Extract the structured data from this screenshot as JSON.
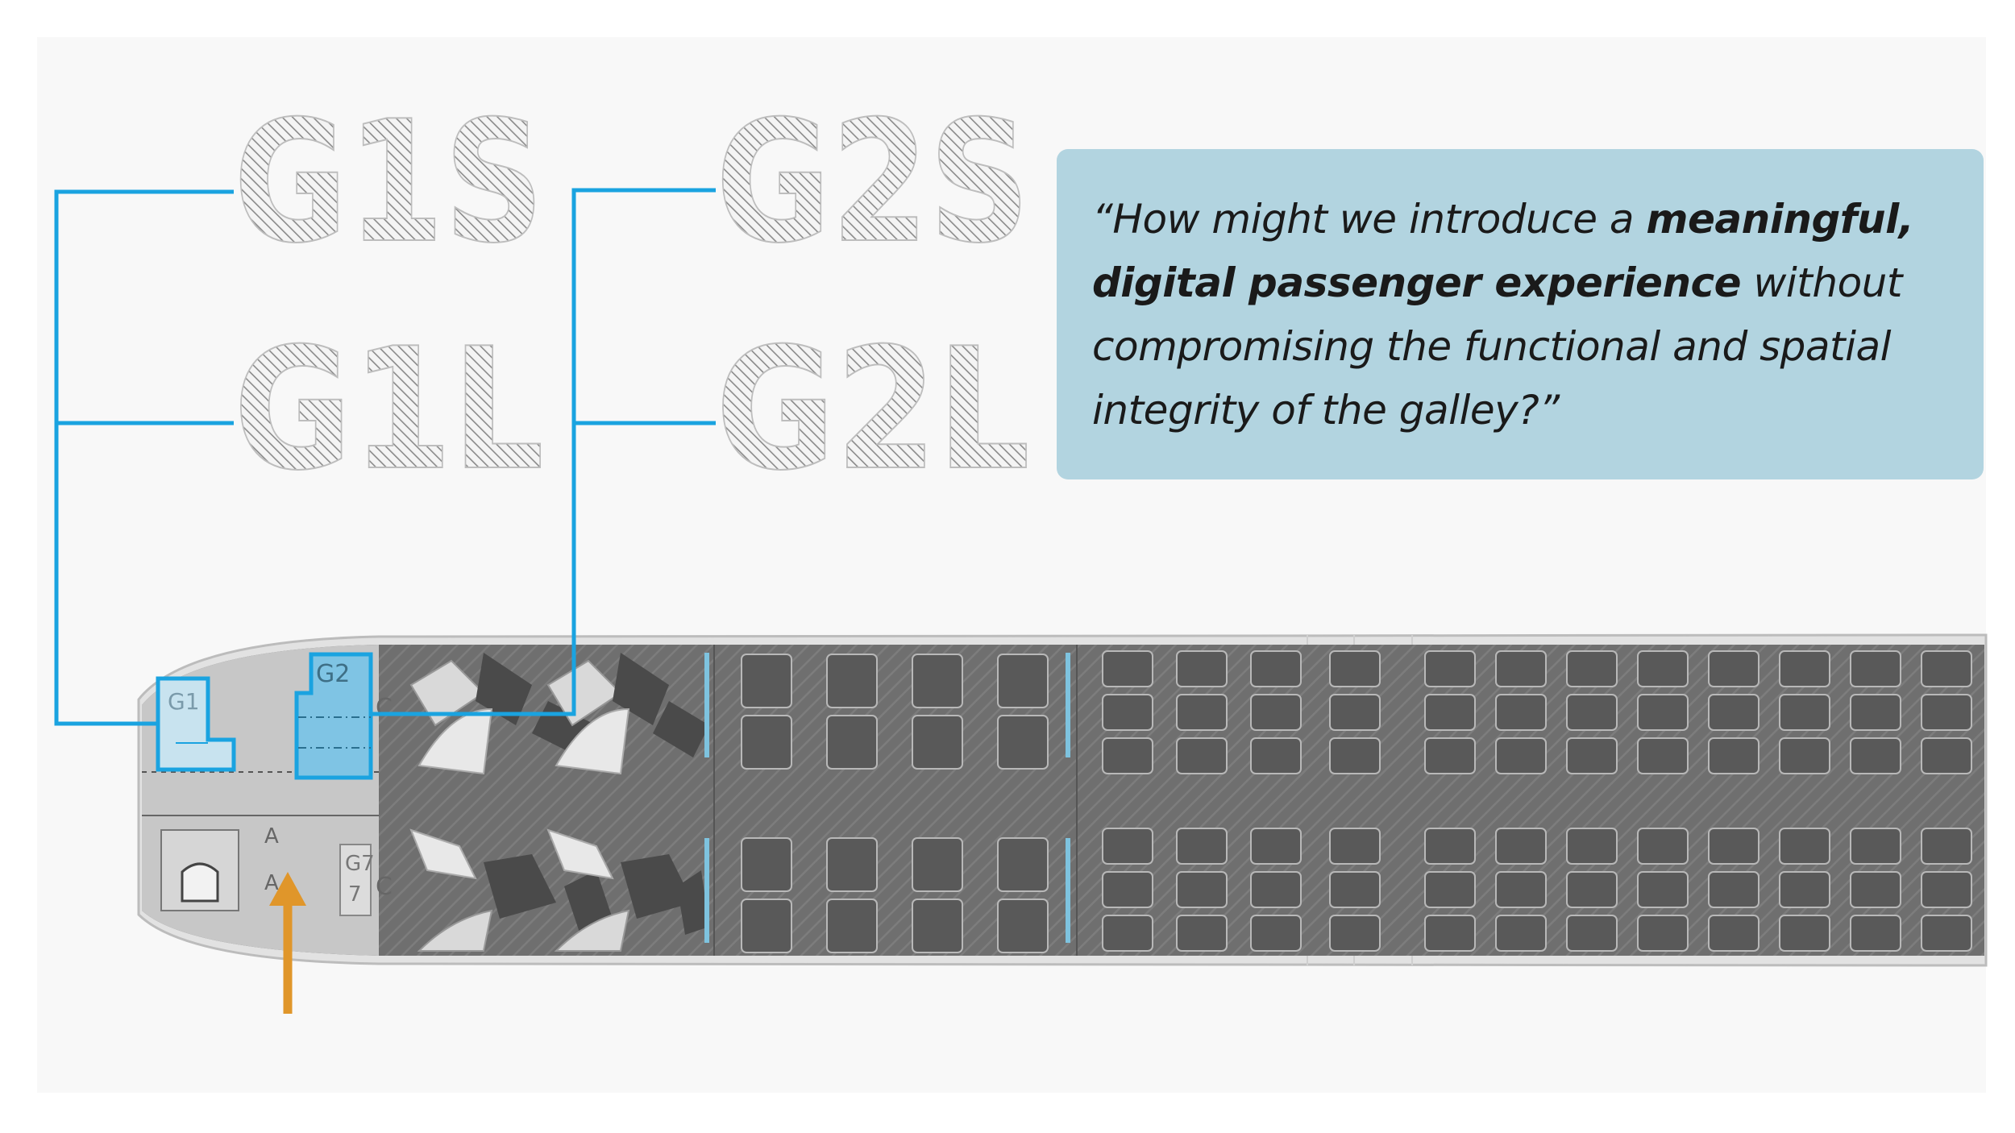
{
  "galleys": [
    {
      "code": "G1S"
    },
    {
      "code": "G1L"
    },
    {
      "code": "G2S"
    },
    {
      "code": "G2L"
    }
  ],
  "floorplan": {
    "galley_labels": [
      "G1",
      "G2",
      "G7"
    ],
    "door_labels": [
      "A",
      "A",
      "C",
      "C"
    ]
  },
  "quote": {
    "open": "“How might we introduce a ",
    "bold1": "meaningful, digital passenger experience",
    "mid": " without compromising the functional and spatial integrity of the galley?”"
  },
  "colors": {
    "connector": "#1aa3e0",
    "highlight": "#1aa3e0",
    "arrow": "#e0962a",
    "quote_bg": "#b2d4e0",
    "cabin_floor": "#7b7b7b",
    "seat": "#5a5a5a"
  },
  "icons": {
    "arrow": "up-arrow-icon"
  }
}
